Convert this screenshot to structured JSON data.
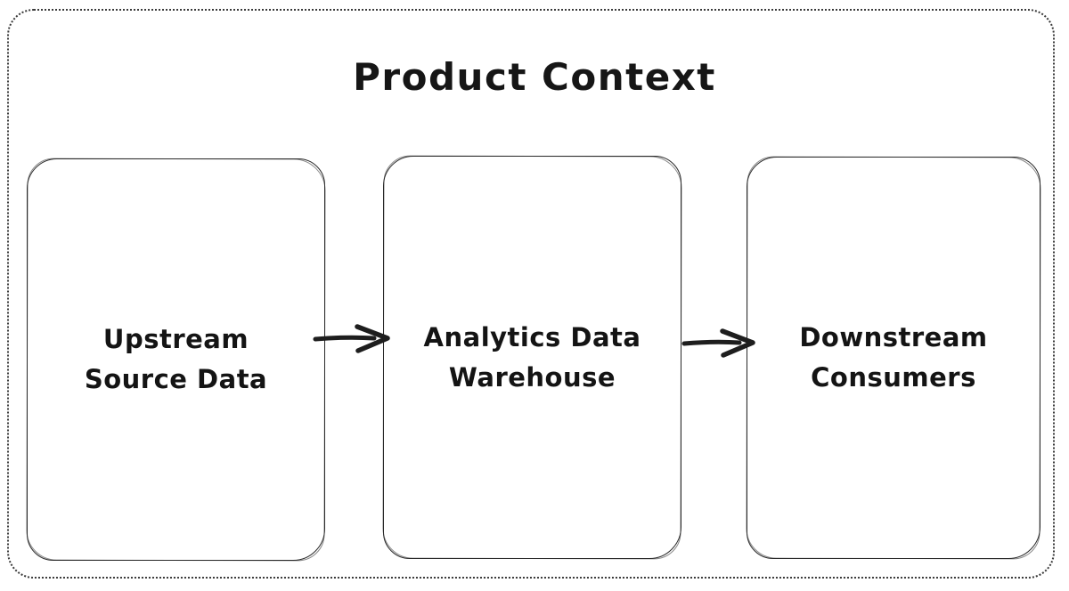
{
  "page": {
    "background_color": "#ffffff",
    "frame_style": "dotted-rounded-border"
  },
  "diagram": {
    "title": "Product Context",
    "stroke_color": "#1e1e1e",
    "nodes": [
      {
        "id": "upstream-source-data",
        "line1": "Upstream",
        "line2": "Source Data"
      },
      {
        "id": "analytics-data-warehouse",
        "line1": "Analytics Data",
        "line2": "Warehouse"
      },
      {
        "id": "downstream-consumers",
        "line1": "Downstream",
        "line2": "Consumers"
      }
    ],
    "connections": [
      {
        "from": "Upstream Source Data",
        "to": "Analytics Data Warehouse"
      },
      {
        "from": "Analytics Data Warehouse",
        "to": "Downstream Consumers"
      }
    ]
  }
}
